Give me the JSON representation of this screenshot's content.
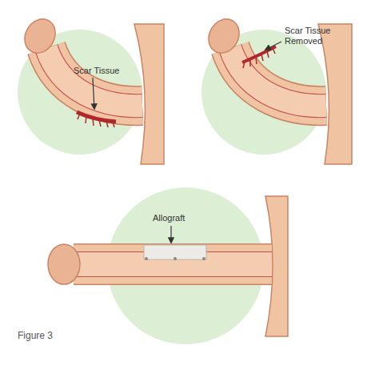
{
  "diagram": {
    "caption": "Figure 3",
    "labels": [
      "Scar Tissue",
      "Scar Tissue Removed",
      "Allograft"
    ]
  }
}
